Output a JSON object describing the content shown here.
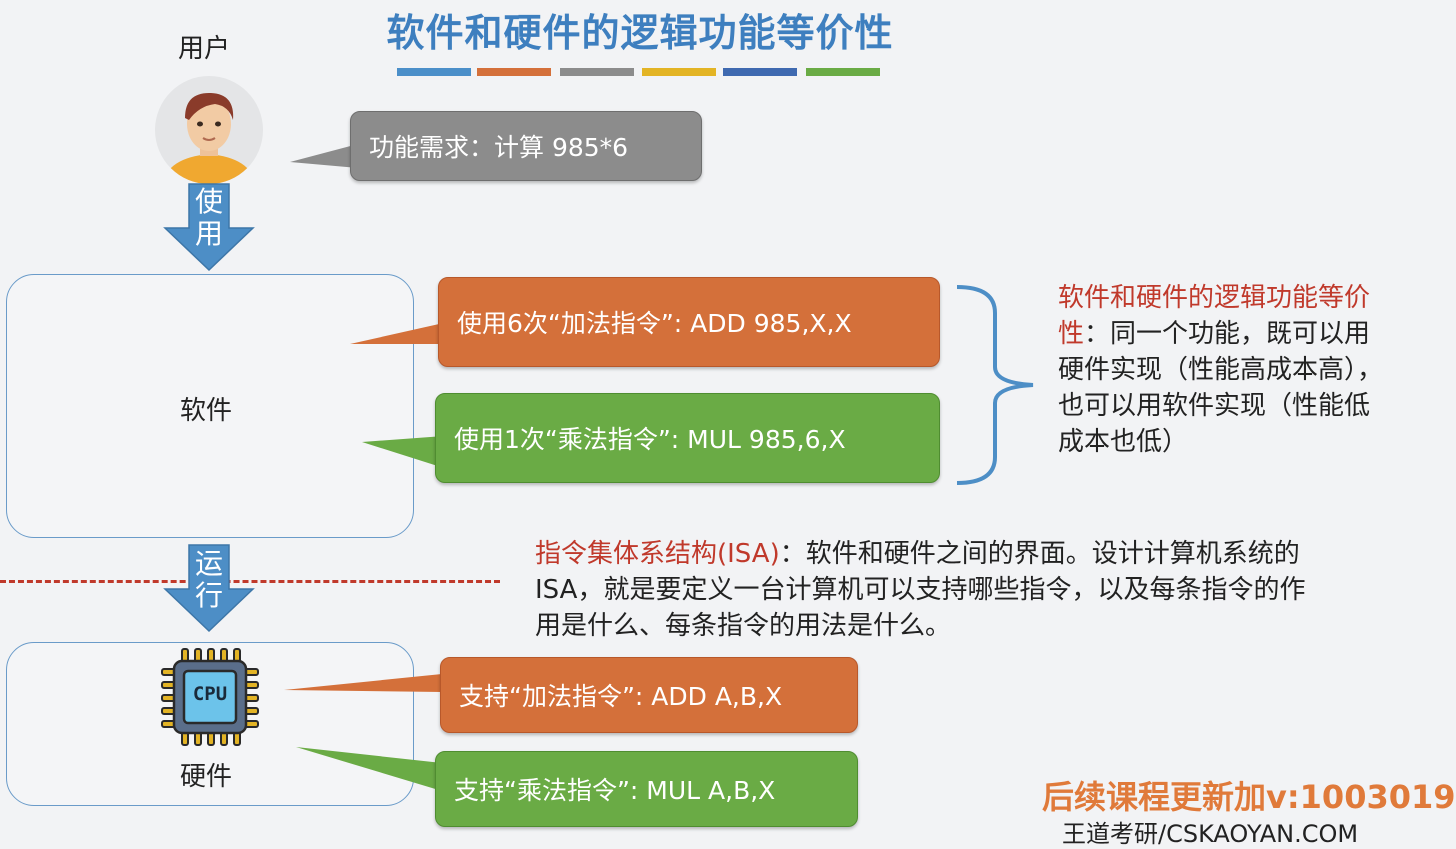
{
  "title": "软件和硬件的逻辑功能等价性",
  "colors": [
    "#4b8fc9",
    "#d4703a",
    "#8c8c8c",
    "#e3b425",
    "#3f69b0",
    "#6aab45"
  ],
  "user": {
    "label": "用户",
    "arrow_text": "使用"
  },
  "request": "功能需求：计算 985*6",
  "software": {
    "label": "软件",
    "add_option": "使用6次“加法指令”: ADD 985,X,X",
    "mul_option": "使用1次“乘法指令”: MUL 985,6,X"
  },
  "equivalence": {
    "highlight": "软件和硬件的逻辑功能等价性",
    "text": "：同一个功能，既可以用硬件实现（性能高成本高），也可以用软件实现（性能低成本也低）"
  },
  "isa": {
    "highlight": "指令集体系结构(ISA)",
    "text": "：软件和硬件之间的界面。设计计算机系统的ISA，就是要定义一台计算机可以支持哪些指令，以及每条指令的作用是什么、每条指令的用法是什么。"
  },
  "run_arrow_text": "运行",
  "hardware": {
    "label": "硬件",
    "chip_text": "CPU",
    "add_support": "支持“加法指令”: ADD A,B,X",
    "mul_support": "支持“乘法指令”: MUL A,B,X"
  },
  "footer": {
    "promo": "后续课程更新加v:1003019",
    "brand": "王道考研/CSKAOYAN.COM"
  }
}
